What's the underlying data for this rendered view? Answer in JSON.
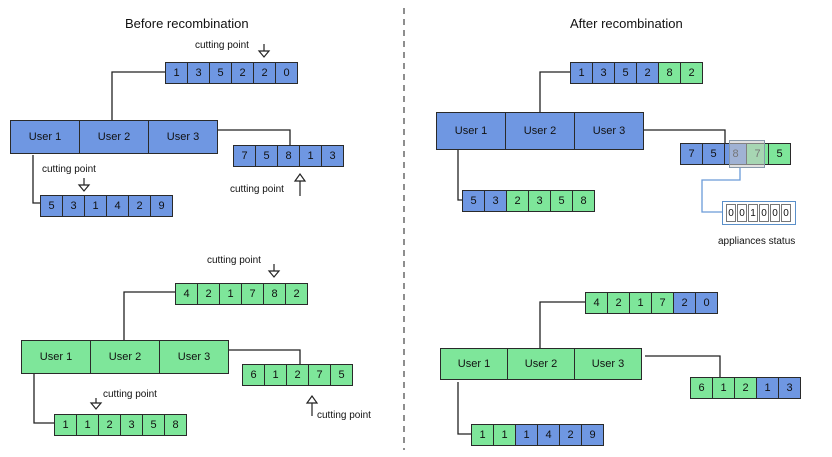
{
  "titles": {
    "before": "Before recombination",
    "after": "After recombination"
  },
  "users": [
    "User 1",
    "User 2",
    "User 3"
  ],
  "cutting_point": "cutting point",
  "appliances_label": "appliances status",
  "bits": [
    "0",
    "0",
    "1",
    "0",
    "0",
    "0"
  ],
  "colors": {
    "blue": "#6f97e2",
    "green": "#7ee69a"
  },
  "before_top": {
    "r1": [
      {
        "v": "1",
        "c": "blue"
      },
      {
        "v": "3",
        "c": "blue"
      },
      {
        "v": "5",
        "c": "blue"
      },
      {
        "v": "2",
        "c": "blue"
      },
      {
        "v": "2",
        "c": "blue"
      },
      {
        "v": "0",
        "c": "blue"
      }
    ],
    "r2": [
      {
        "v": "7",
        "c": "blue"
      },
      {
        "v": "5",
        "c": "blue"
      },
      {
        "v": "8",
        "c": "blue"
      },
      {
        "v": "1",
        "c": "blue"
      },
      {
        "v": "3",
        "c": "blue"
      }
    ],
    "r3": [
      {
        "v": "5",
        "c": "blue"
      },
      {
        "v": "3",
        "c": "blue"
      },
      {
        "v": "1",
        "c": "blue"
      },
      {
        "v": "4",
        "c": "blue"
      },
      {
        "v": "2",
        "c": "blue"
      },
      {
        "v": "9",
        "c": "blue"
      }
    ]
  },
  "before_bottom": {
    "r1": [
      {
        "v": "4",
        "c": "green"
      },
      {
        "v": "2",
        "c": "green"
      },
      {
        "v": "1",
        "c": "green"
      },
      {
        "v": "7",
        "c": "green"
      },
      {
        "v": "8",
        "c": "green"
      },
      {
        "v": "2",
        "c": "green"
      }
    ],
    "r2": [
      {
        "v": "6",
        "c": "green"
      },
      {
        "v": "1",
        "c": "green"
      },
      {
        "v": "2",
        "c": "green"
      },
      {
        "v": "7",
        "c": "green"
      },
      {
        "v": "5",
        "c": "green"
      }
    ],
    "r3": [
      {
        "v": "1",
        "c": "green"
      },
      {
        "v": "1",
        "c": "green"
      },
      {
        "v": "2",
        "c": "green"
      },
      {
        "v": "3",
        "c": "green"
      },
      {
        "v": "5",
        "c": "green"
      },
      {
        "v": "8",
        "c": "green"
      }
    ]
  },
  "after_top": {
    "r1": [
      {
        "v": "1",
        "c": "blue"
      },
      {
        "v": "3",
        "c": "blue"
      },
      {
        "v": "5",
        "c": "blue"
      },
      {
        "v": "2",
        "c": "blue"
      },
      {
        "v": "8",
        "c": "green"
      },
      {
        "v": "2",
        "c": "green"
      }
    ],
    "r2": [
      {
        "v": "7",
        "c": "blue"
      },
      {
        "v": "5",
        "c": "blue"
      },
      {
        "v": "8",
        "c": "blue"
      },
      {
        "v": "7",
        "c": "green"
      },
      {
        "v": "5",
        "c": "green"
      }
    ],
    "r3": [
      {
        "v": "5",
        "c": "blue"
      },
      {
        "v": "3",
        "c": "blue"
      },
      {
        "v": "2",
        "c": "green"
      },
      {
        "v": "3",
        "c": "green"
      },
      {
        "v": "5",
        "c": "green"
      },
      {
        "v": "8",
        "c": "green"
      }
    ]
  },
  "after_bottom": {
    "r1": [
      {
        "v": "4",
        "c": "green"
      },
      {
        "v": "2",
        "c": "green"
      },
      {
        "v": "1",
        "c": "green"
      },
      {
        "v": "7",
        "c": "green"
      },
      {
        "v": "2",
        "c": "blue"
      },
      {
        "v": "0",
        "c": "blue"
      }
    ],
    "r2": [
      {
        "v": "6",
        "c": "green"
      },
      {
        "v": "1",
        "c": "green"
      },
      {
        "v": "2",
        "c": "green"
      },
      {
        "v": "1",
        "c": "blue"
      },
      {
        "v": "3",
        "c": "blue"
      }
    ],
    "r3": [
      {
        "v": "1",
        "c": "green"
      },
      {
        "v": "1",
        "c": "green"
      },
      {
        "v": "1",
        "c": "blue"
      },
      {
        "v": "4",
        "c": "blue"
      },
      {
        "v": "2",
        "c": "blue"
      },
      {
        "v": "9",
        "c": "blue"
      }
    ]
  }
}
